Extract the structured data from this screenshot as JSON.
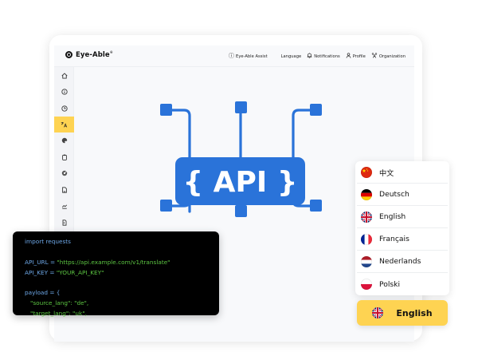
{
  "app": {
    "brand": "Eye-Able",
    "brand_mark": "®"
  },
  "header": {
    "nav": [
      {
        "label": "Eye-Able Assist",
        "icon": "info-circle-icon",
        "glyph": "ⓘ"
      },
      {
        "label": "Language",
        "icon": "",
        "glyph": ""
      },
      {
        "label": "Notifications",
        "icon": "bell-icon",
        "glyph": "♫"
      },
      {
        "label": "Profile",
        "icon": "user-icon",
        "glyph": "⚲"
      },
      {
        "label": "Organization",
        "icon": "org-icon",
        "glyph": "⚘"
      }
    ]
  },
  "sidebar": {
    "items": [
      {
        "name": "home",
        "glyph": "⌂",
        "active": false
      },
      {
        "name": "info",
        "glyph": "ⓘ",
        "active": false
      },
      {
        "name": "clock",
        "glyph": "◷",
        "active": false
      },
      {
        "name": "translate",
        "glyph": "ᵃₐ",
        "active": true
      },
      {
        "name": "palette",
        "glyph": "◕",
        "active": false
      },
      {
        "name": "clipboard",
        "glyph": "▯",
        "active": false
      },
      {
        "name": "target",
        "glyph": "◉",
        "active": false
      },
      {
        "name": "document",
        "glyph": "▫",
        "active": false
      },
      {
        "name": "chart",
        "glyph": "⌒",
        "active": false
      },
      {
        "name": "file",
        "glyph": "▯",
        "active": false
      },
      {
        "name": "pie",
        "glyph": "◔",
        "active": false
      }
    ]
  },
  "graphic": {
    "label": "{ API }",
    "text": "API",
    "color": "#2a73d9"
  },
  "code": {
    "lines": [
      [
        {
          "t": "import requests",
          "c": "kw"
        }
      ],
      [],
      [
        {
          "t": "API_URL = ",
          "c": "kw"
        },
        {
          "t": "\"https://api.example.com/v1/translate\"",
          "c": "str"
        }
      ],
      [
        {
          "t": "API_KEY = ",
          "c": "kw"
        },
        {
          "t": "\"YOUR_API_KEY\"",
          "c": "str"
        }
      ],
      [],
      [
        {
          "t": "payload = {",
          "c": "kw"
        }
      ],
      [
        {
          "t": "   \"source_lang\": \"de\",",
          "c": "str"
        }
      ],
      [
        {
          "t": "   \"target_lang\": \"uk\",",
          "c": "str"
        }
      ]
    ]
  },
  "languages": {
    "options": [
      {
        "label": "中文",
        "flag": "cn"
      },
      {
        "label": "Deutsch",
        "flag": "de"
      },
      {
        "label": "English",
        "flag": "gb"
      },
      {
        "label": "Français",
        "flag": "fr"
      },
      {
        "label": "Nederlands",
        "flag": "nl"
      },
      {
        "label": "Polski",
        "flag": "pl"
      }
    ],
    "selected": {
      "label": "English",
      "flag": "gb"
    }
  },
  "colors": {
    "accent": "#fed352",
    "api_blue": "#2a73d9",
    "code_keyword": "#6ea8e8",
    "code_string": "#5cc542"
  }
}
